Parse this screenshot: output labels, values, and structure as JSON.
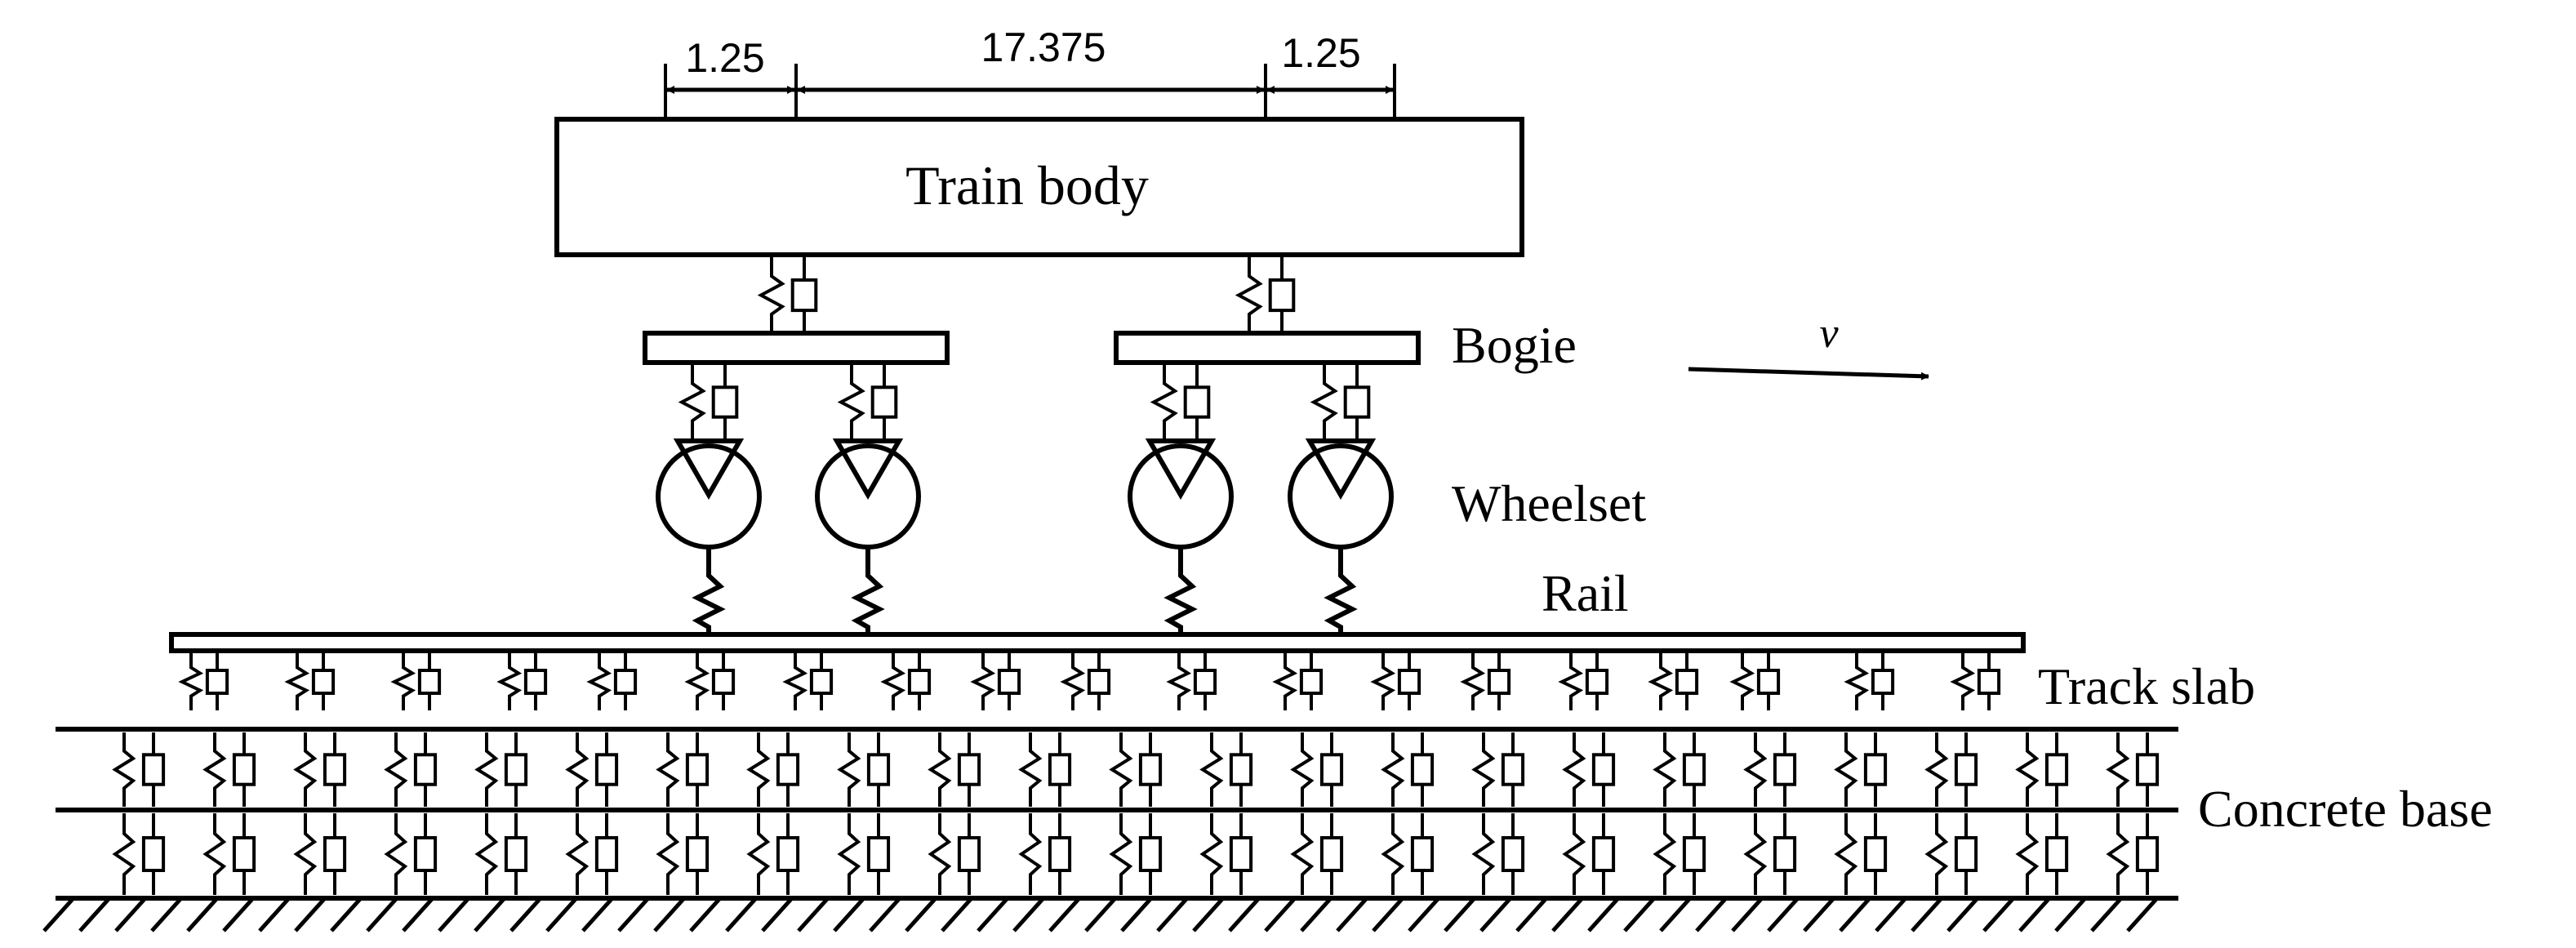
{
  "dimensions": {
    "left": "1.25",
    "middle": "17.375",
    "right": "1.25"
  },
  "labels": {
    "train_body": "Train body",
    "bogie": "Bogie",
    "velocity": "v",
    "wheelset": "Wheelset",
    "rail": "Rail",
    "track_slab": "Track slab",
    "concrete_base": "Concrete base"
  },
  "colors": {
    "stroke": "#000000",
    "background": "#ffffff"
  }
}
